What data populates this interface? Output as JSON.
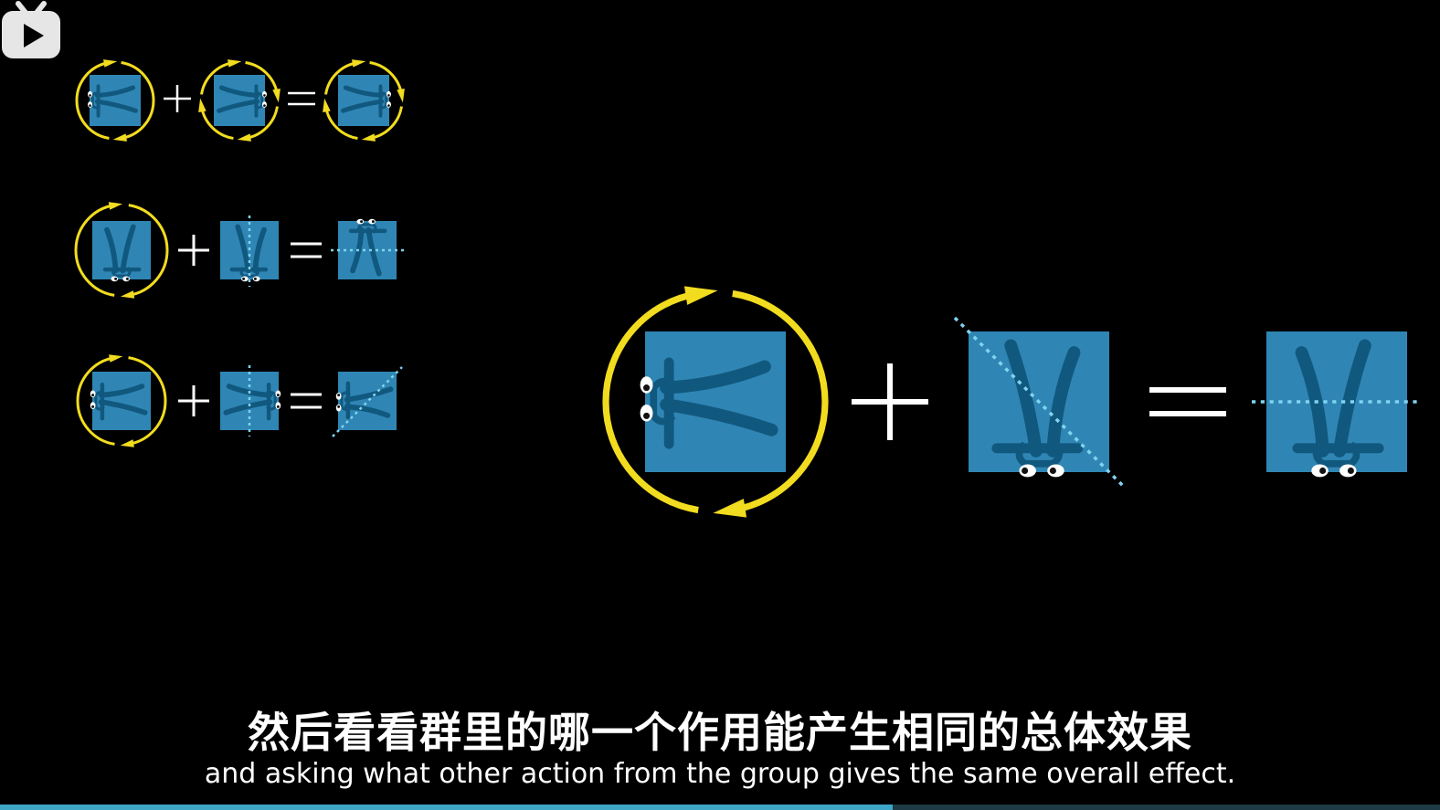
{
  "video": {
    "subtitle_zh": "然后看看群里的哪一个作用能产生相同的总体效果",
    "subtitle_en": "and asking what other action from the group gives the same overall effect.",
    "progress": 0.62
  },
  "equations": {
    "plus": "+",
    "equals": "=",
    "rows": [
      {
        "a": "rotate-180",
        "b": "rotate-90",
        "result": "rotate-270"
      },
      {
        "a": "rotate-180",
        "b": "vertical-reflection",
        "result": "horizontal-reflection"
      },
      {
        "a": "rotate-270",
        "b": "vertical-reflection",
        "result": "diagonal-reflection"
      }
    ],
    "main": {
      "a": "rotate-90",
      "b": "diagonal-reflection",
      "result": "horizontal-reflection"
    }
  },
  "colors": {
    "background": "#000000",
    "square": "#2f86b4",
    "glyph": "#11587f",
    "arrow": "#f2dc1f",
    "axis": "#7fd4f0",
    "logo": "#e6e6e6"
  },
  "icons": [
    "rotation-arrows-icon",
    "reflection-axis-icon",
    "bilibili-tv-icon"
  ]
}
